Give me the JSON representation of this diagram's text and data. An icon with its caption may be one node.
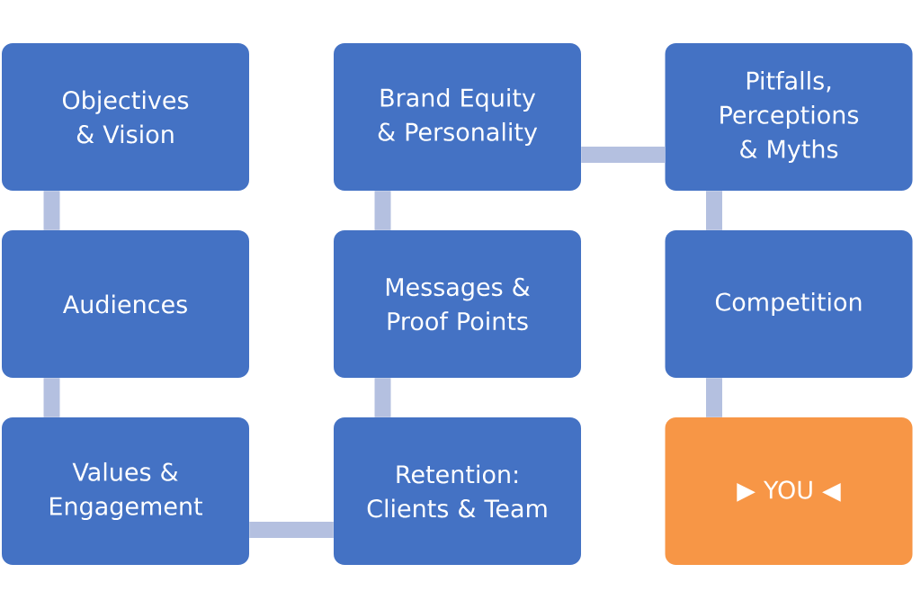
{
  "diagram": {
    "nodes": [
      {
        "text": [
          "Objectives & Vision"
        ]
      },
      {
        "text": [
          "Brand Equity & Personality"
        ]
      },
      {
        "text": [
          "Pitfalls, Perceptions & Myths"
        ]
      },
      {
        "text": [
          "Audiences"
        ]
      },
      {
        "text": [
          "Messages & Proof Points"
        ]
      },
      {
        "text": [
          "Competition"
        ]
      },
      {
        "text": [
          "Values & Engagement"
        ]
      },
      {
        "text": [
          "Retention: Clients & Team"
        ]
      },
      {
        "text": [
          "▶ YOU ◀"
        ]
      }
    ],
    "edges": [
      {
        "from": 0,
        "to": 3,
        "arrow": "none"
      },
      {
        "from": 3,
        "to": 6,
        "arrow": "none"
      },
      {
        "from": 6,
        "to": 7,
        "arrow": "none"
      },
      {
        "from": 7,
        "to": 4,
        "arrow": "none"
      },
      {
        "from": 4,
        "to": 1,
        "arrow": "none"
      },
      {
        "from": 1,
        "to": 2,
        "arrow": "none"
      },
      {
        "from": 2,
        "to": 5,
        "arrow": "none"
      },
      {
        "from": 5,
        "to": 8,
        "arrow": "none"
      }
    ]
  }
}
